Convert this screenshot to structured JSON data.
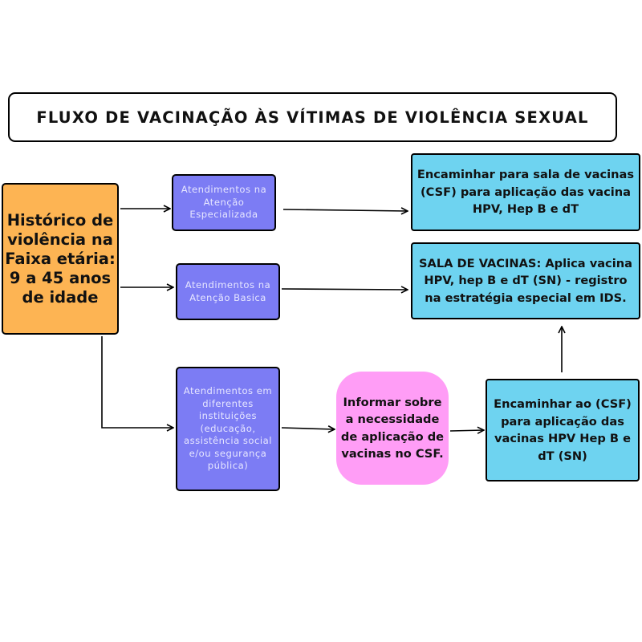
{
  "title": "FLUXO DE VACINAÇÃO ÀS VÍTIMAS DE VIOLÊNCIA SEXUAL",
  "colors": {
    "orange": "#FDB453",
    "purple": "#7C7CF4",
    "purple_text": "#E6E6FF",
    "blue": "#6ED3F0",
    "pink": "#FF9DF6",
    "line": "#000000"
  },
  "nodes": {
    "historico": "Histórico de violência na Faixa etária: 9 a 45 anos de idade",
    "atencao_especializada": "Atendimentos na Atenção Especializada",
    "atencao_basica": "Atendimentos na Atenção Basica",
    "diferentes_instituicoes": "Atendimentos em diferentes instituições (educação, assistência social e/ou segurança pública)",
    "encaminhar_sala": "Encaminhar para sala de vacinas (CSF) para aplicação das vacina HPV, Hep B e dT",
    "sala_vacinas": "SALA DE VACINAS: Aplica vacina HPV, hep B e dT (SN) - registro na estratégia especial em IDS.",
    "informar": "Informar sobre a necessidade de aplicação de vacinas no CSF.",
    "encaminhar_csf": "Encaminhar ao (CSF) para aplicação das vacinas HPV  Hep B e dT (SN)"
  }
}
